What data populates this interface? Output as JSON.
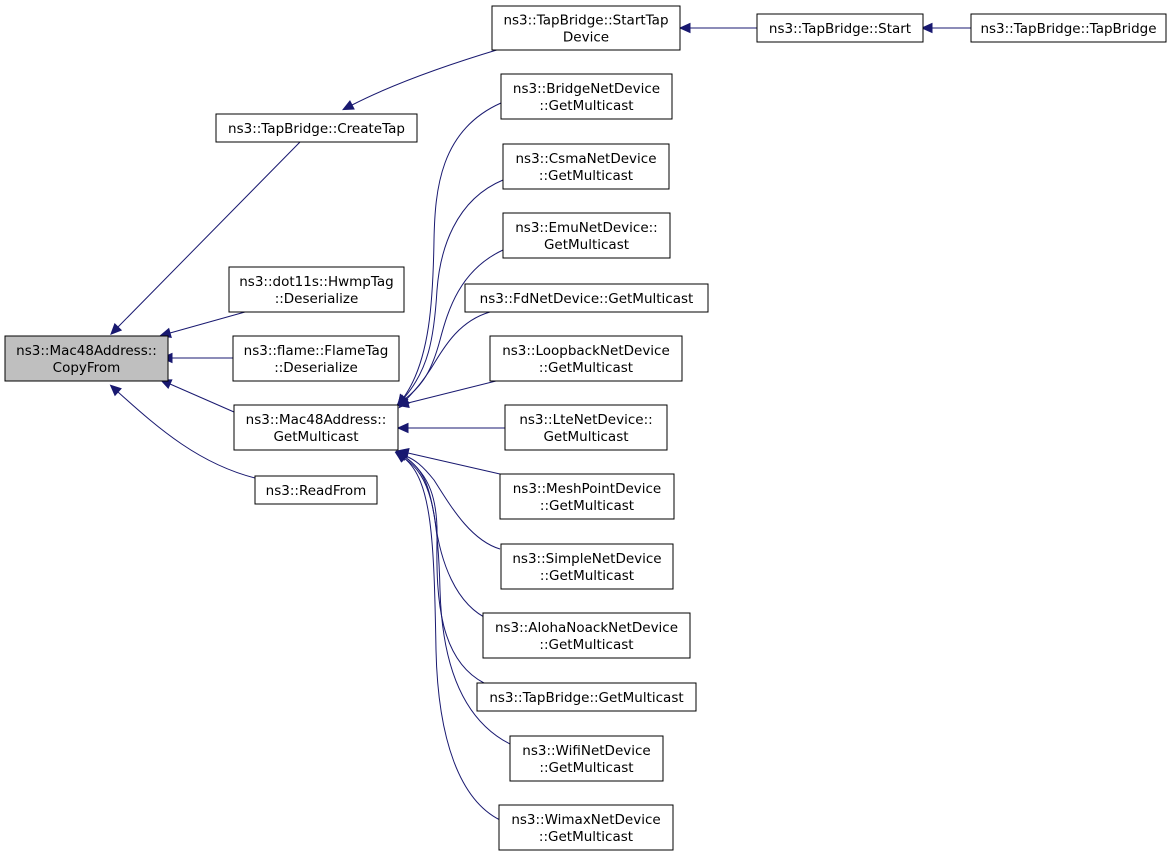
{
  "graph": {
    "type": "caller-graph",
    "root": "CopyFrom",
    "nodes": {
      "CopyFrom": {
        "lines": [
          "ns3::Mac48Address::",
          "CopyFrom"
        ],
        "highlighted": true
      },
      "CreateTap": {
        "lines": [
          "ns3::TapBridge::CreateTap"
        ]
      },
      "StartTapDevice": {
        "lines": [
          "ns3::TapBridge::StartTap",
          "Device"
        ]
      },
      "Start": {
        "lines": [
          "ns3::TapBridge::Start"
        ]
      },
      "TapBridgeCtor": {
        "lines": [
          "ns3::TapBridge::TapBridge"
        ]
      },
      "HwmpDeserialize": {
        "lines": [
          "ns3::dot11s::HwmpTag",
          "::Deserialize"
        ]
      },
      "FlameDeserialize": {
        "lines": [
          "ns3::flame::FlameTag",
          "::Deserialize"
        ]
      },
      "MacGetMulticast": {
        "lines": [
          "ns3::Mac48Address::",
          "GetMulticast"
        ]
      },
      "ReadFrom": {
        "lines": [
          "ns3::ReadFrom"
        ]
      },
      "Bridge": {
        "lines": [
          "ns3::BridgeNetDevice",
          "::GetMulticast"
        ]
      },
      "Csma": {
        "lines": [
          "ns3::CsmaNetDevice",
          "::GetMulticast"
        ]
      },
      "Emu": {
        "lines": [
          "ns3::EmuNetDevice::",
          "GetMulticast"
        ]
      },
      "Fd": {
        "lines": [
          "ns3::FdNetDevice::GetMulticast"
        ]
      },
      "Loopback": {
        "lines": [
          "ns3::LoopbackNetDevice",
          "::GetMulticast"
        ]
      },
      "Lte": {
        "lines": [
          "ns3::LteNetDevice::",
          "GetMulticast"
        ]
      },
      "MeshPoint": {
        "lines": [
          "ns3::MeshPointDevice",
          "::GetMulticast"
        ]
      },
      "Simple": {
        "lines": [
          "ns3::SimpleNetDevice",
          "::GetMulticast"
        ]
      },
      "AlohaNoack": {
        "lines": [
          "ns3::AlohaNoackNetDevice",
          "::GetMulticast"
        ]
      },
      "TapBridgeGM": {
        "lines": [
          "ns3::TapBridge::GetMulticast"
        ]
      },
      "Wifi": {
        "lines": [
          "ns3::WifiNetDevice",
          "::GetMulticast"
        ]
      },
      "Wimax": {
        "lines": [
          "ns3::WimaxNetDevice",
          "::GetMulticast"
        ]
      }
    },
    "edges": [
      {
        "caller": "CreateTap",
        "callee": "CopyFrom"
      },
      {
        "caller": "HwmpDeserialize",
        "callee": "CopyFrom"
      },
      {
        "caller": "FlameDeserialize",
        "callee": "CopyFrom"
      },
      {
        "caller": "MacGetMulticast",
        "callee": "CopyFrom"
      },
      {
        "caller": "ReadFrom",
        "callee": "CopyFrom"
      },
      {
        "caller": "StartTapDevice",
        "callee": "CreateTap"
      },
      {
        "caller": "Start",
        "callee": "StartTapDevice"
      },
      {
        "caller": "TapBridgeCtor",
        "callee": "Start"
      },
      {
        "caller": "Bridge",
        "callee": "MacGetMulticast"
      },
      {
        "caller": "Csma",
        "callee": "MacGetMulticast"
      },
      {
        "caller": "Emu",
        "callee": "MacGetMulticast"
      },
      {
        "caller": "Fd",
        "callee": "MacGetMulticast"
      },
      {
        "caller": "Loopback",
        "callee": "MacGetMulticast"
      },
      {
        "caller": "Lte",
        "callee": "MacGetMulticast"
      },
      {
        "caller": "MeshPoint",
        "callee": "MacGetMulticast"
      },
      {
        "caller": "Simple",
        "callee": "MacGetMulticast"
      },
      {
        "caller": "AlohaNoack",
        "callee": "MacGetMulticast"
      },
      {
        "caller": "TapBridgeGM",
        "callee": "MacGetMulticast"
      },
      {
        "caller": "Wifi",
        "callee": "MacGetMulticast"
      },
      {
        "caller": "Wimax",
        "callee": "MacGetMulticast"
      }
    ],
    "colors": {
      "edge": "#191970",
      "node_border": "#000000",
      "node_fill": "#ffffff",
      "root_fill": "#bfbfbf"
    }
  }
}
